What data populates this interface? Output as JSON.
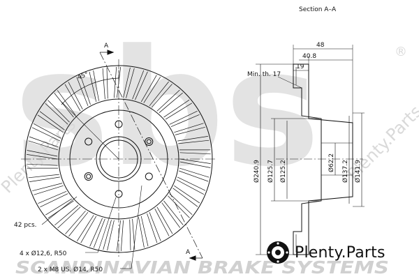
{
  "labels": {
    "section_title": "Section A–A",
    "section_marker_top": "A",
    "section_marker_bottom": "A",
    "angle": "45°",
    "min_thickness": "Min. th. 17",
    "pcs": "42 pcs.",
    "holes_1": "4 x Ø12,6, R50",
    "holes_2": "2 x M8 US. Ø14, R50"
  },
  "dimensions": {
    "total_height": "48",
    "hat_height": "40.8",
    "flange_thickness": "19",
    "outer_diameter": "Ø240.9",
    "d_125_7": "Ø125.7",
    "d_125_2": "Ø125.2",
    "d_62_2": "Ø62.2",
    "d_137_2": "Ø137.2",
    "d_141_9": "Ø141.9"
  },
  "watermark": {
    "text": "SCANDINAVIAN BRAKE SYSTEMS",
    "logo_text": "sbs",
    "registered": "®",
    "diag_text_left": "Plenty.Parts",
    "diag_text_right": "Plenty.Parts"
  },
  "brand": {
    "name": "Plenty.Parts"
  },
  "colors": {
    "line": "#111111",
    "watermark": "#d9d9d9"
  }
}
